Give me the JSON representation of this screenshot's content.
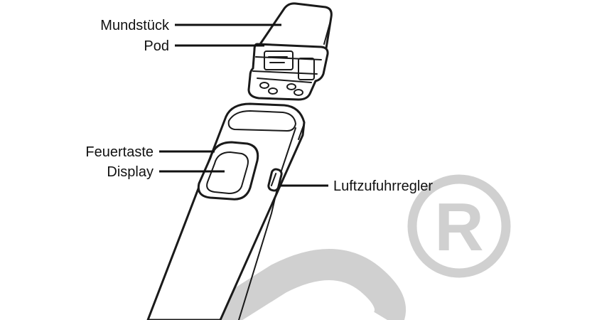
{
  "labels": {
    "mouthpiece": "Mundstück",
    "pod": "Pod",
    "fire_button": "Feuertaste",
    "display": "Display",
    "airflow_control": "Luftzufuhrregler"
  },
  "watermark": {
    "symbol": "®",
    "color": "#d0d0d0"
  },
  "colors": {
    "line": "#111111",
    "background": "#ffffff"
  }
}
